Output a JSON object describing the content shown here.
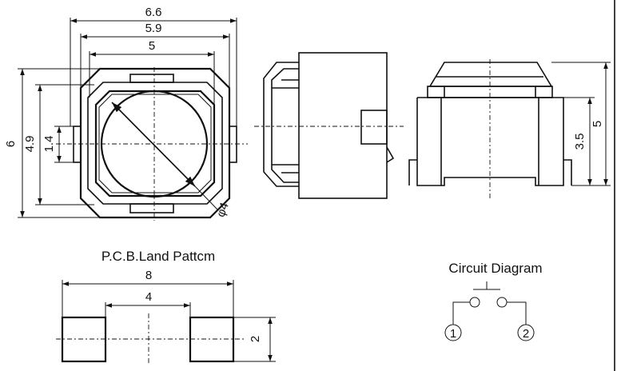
{
  "top_view": {
    "dim_width_outer": "6.6",
    "dim_width_mid": "5.9",
    "dim_width_inner": "5",
    "dim_height_outer": "6",
    "dim_height_mid": "4.9",
    "dim_height_pin": "1.4",
    "dim_diameter": "φ4"
  },
  "side_view_right": {
    "dim_height_total": "5",
    "dim_height_body": "3.5"
  },
  "pcb_land": {
    "title": "P.C.B.Land Pattcm",
    "dim_total": "8",
    "dim_gap": "4",
    "dim_pad": "2"
  },
  "circuit": {
    "title": "Circuit Diagram",
    "terminal_1": "1",
    "terminal_2": "2"
  }
}
